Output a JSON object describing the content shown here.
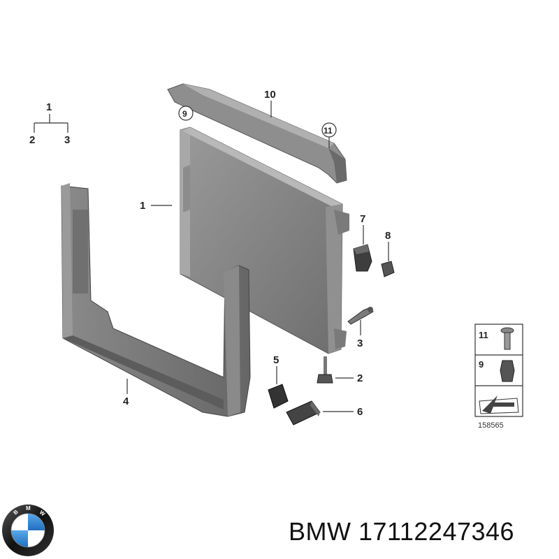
{
  "callouts": {
    "c1_tree": "1",
    "c2_tree": "2",
    "c3_tree": "3",
    "c1": "1",
    "c2": "2",
    "c3": "3",
    "c4": "4",
    "c5": "5",
    "c6": "6",
    "c7": "7",
    "c8": "8",
    "c9": "9",
    "c10": "10",
    "c11": "11"
  },
  "legend": {
    "row1": "11",
    "row2": "9",
    "reference": "158565"
  },
  "footer": {
    "brand": "BMW",
    "part_number": "17112247346"
  },
  "logo": {
    "letters": "BMW"
  },
  "colors": {
    "part_gray": "#7a7a7a",
    "part_dark": "#3c3c3c",
    "line": "#333333"
  }
}
